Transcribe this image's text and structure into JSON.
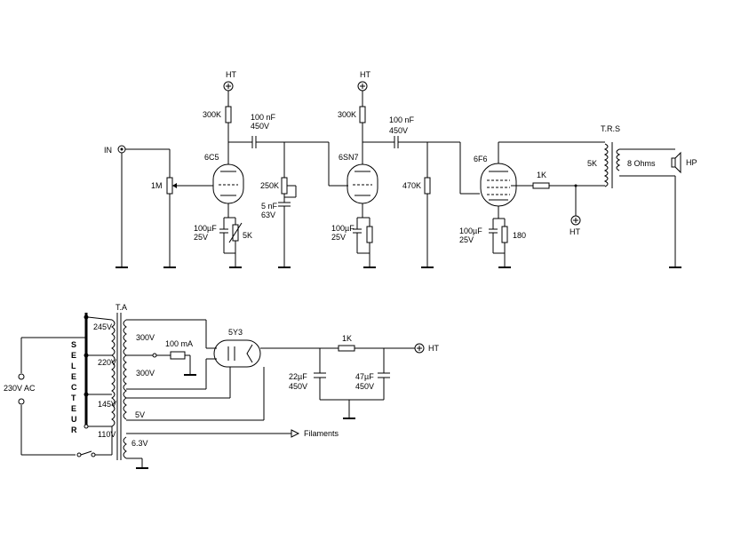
{
  "labels": {
    "in": "IN",
    "ht_top1": "HT",
    "ht_top2": "HT",
    "ht_mid": "HT",
    "ht_psu": "HT",
    "tube1": "6C5",
    "tube2": "6SN7",
    "tube3": "6F6",
    "rectifier": "5Y3",
    "r_300k_1": "300K",
    "r_300k_2": "300K",
    "c_100nf_1_a": "100 nF",
    "c_100nf_1_b": "450V",
    "c_100nf_2_a": "100 nF",
    "c_100nf_2_b": "450V",
    "pot_1m": "1M",
    "pot_250k": "250K",
    "c_5nf_a": "5 nF",
    "c_5nf_b": "63V",
    "r_470k": "470K",
    "c_100uf_1_a": "100µF",
    "c_100uf_1_b": "25V",
    "r_5k": "5K",
    "c_100uf_2_a": "100µF",
    "c_100uf_2_b": "25V",
    "c_100uf_3_a": "100µF",
    "c_100uf_3_b": "25V",
    "r_180": "180",
    "r_1k_out": "1K",
    "trs": "T.R.S",
    "trs_5k": "5K",
    "speaker_imp": "8 Ohms",
    "hp": "HP",
    "ta": "T.A",
    "tap_245": "245V",
    "tap_220": "220V",
    "tap_145": "145V",
    "tap_110": "110V",
    "sec_300a": "300V",
    "sec_300b": "300V",
    "sec_5v": "5V",
    "sec_63v": "6.3V",
    "fuse_100ma": "100 mA",
    "mains": "230V AC",
    "r_1k_psu": "1K",
    "c_22uf_a": "22µF",
    "c_22uf_b": "450V",
    "c_47uf_a": "47µF",
    "c_47uf_b": "450V",
    "filaments": "Filaments",
    "selector": [
      "S",
      "E",
      "L",
      "E",
      "C",
      "T",
      "E",
      "U",
      "R"
    ]
  }
}
